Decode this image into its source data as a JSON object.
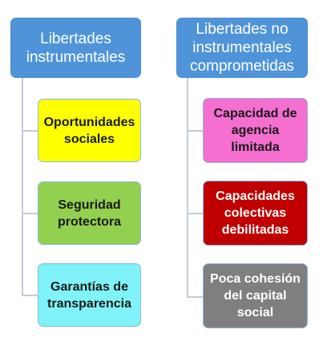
{
  "left_column": {
    "header": "Libertades instrumentales",
    "items": [
      {
        "label": "Oportunidades sociales",
        "color": "#ffff00"
      },
      {
        "label": "Seguridad protectora",
        "color": "#92d050"
      },
      {
        "label": "Garantías de transparencia",
        "color": "#7ff3f7"
      }
    ]
  },
  "right_column": {
    "header": "Libertades no instrumentales comprometidas",
    "items": [
      {
        "label": "Capacidad de agencia limitada",
        "color": "#f46fcf"
      },
      {
        "label": "Capacidades colectivas debilitadas",
        "color": "#c00000"
      },
      {
        "label": "Poca cohesión del capital social",
        "color": "#7f7f7f"
      }
    ]
  },
  "colors": {
    "header": "#4f94d9",
    "connector": "#c3ccd6"
  }
}
